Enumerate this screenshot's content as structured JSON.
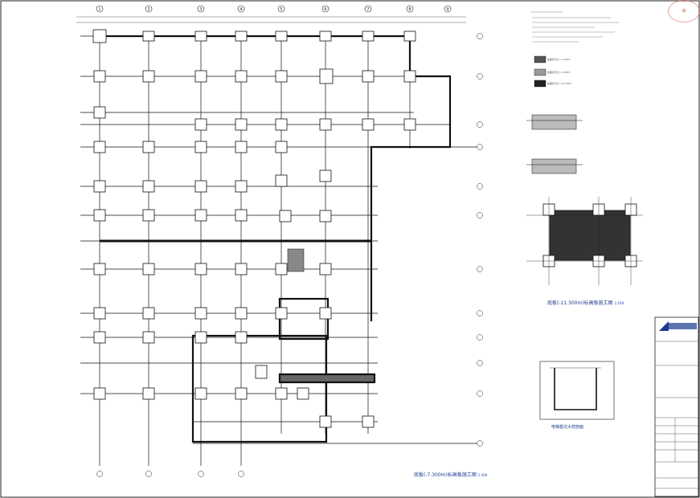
{
  "drawing": {
    "main_plan_title": "底板(-7.300m)标高板施工图",
    "main_plan_scale": "1:100",
    "right_plan_title": "底板(-11.300m)标高板施工图",
    "right_plan_scale": "1:100",
    "elevator_pit_title": "电梯基坑大样剖面",
    "grid_labels_top": [
      "1",
      "2",
      "3",
      "4",
      "5",
      "6",
      "7",
      "8",
      "9"
    ]
  },
  "legend": {
    "item1": "板面标高为 -1.000m",
    "item2": "板面标高为 -1.800m",
    "item3": "板面标高为 -11.300m"
  },
  "colors": {
    "line": "#111111",
    "title_blue": "#1a3b8c",
    "stamp_red": "#e05a5a"
  }
}
